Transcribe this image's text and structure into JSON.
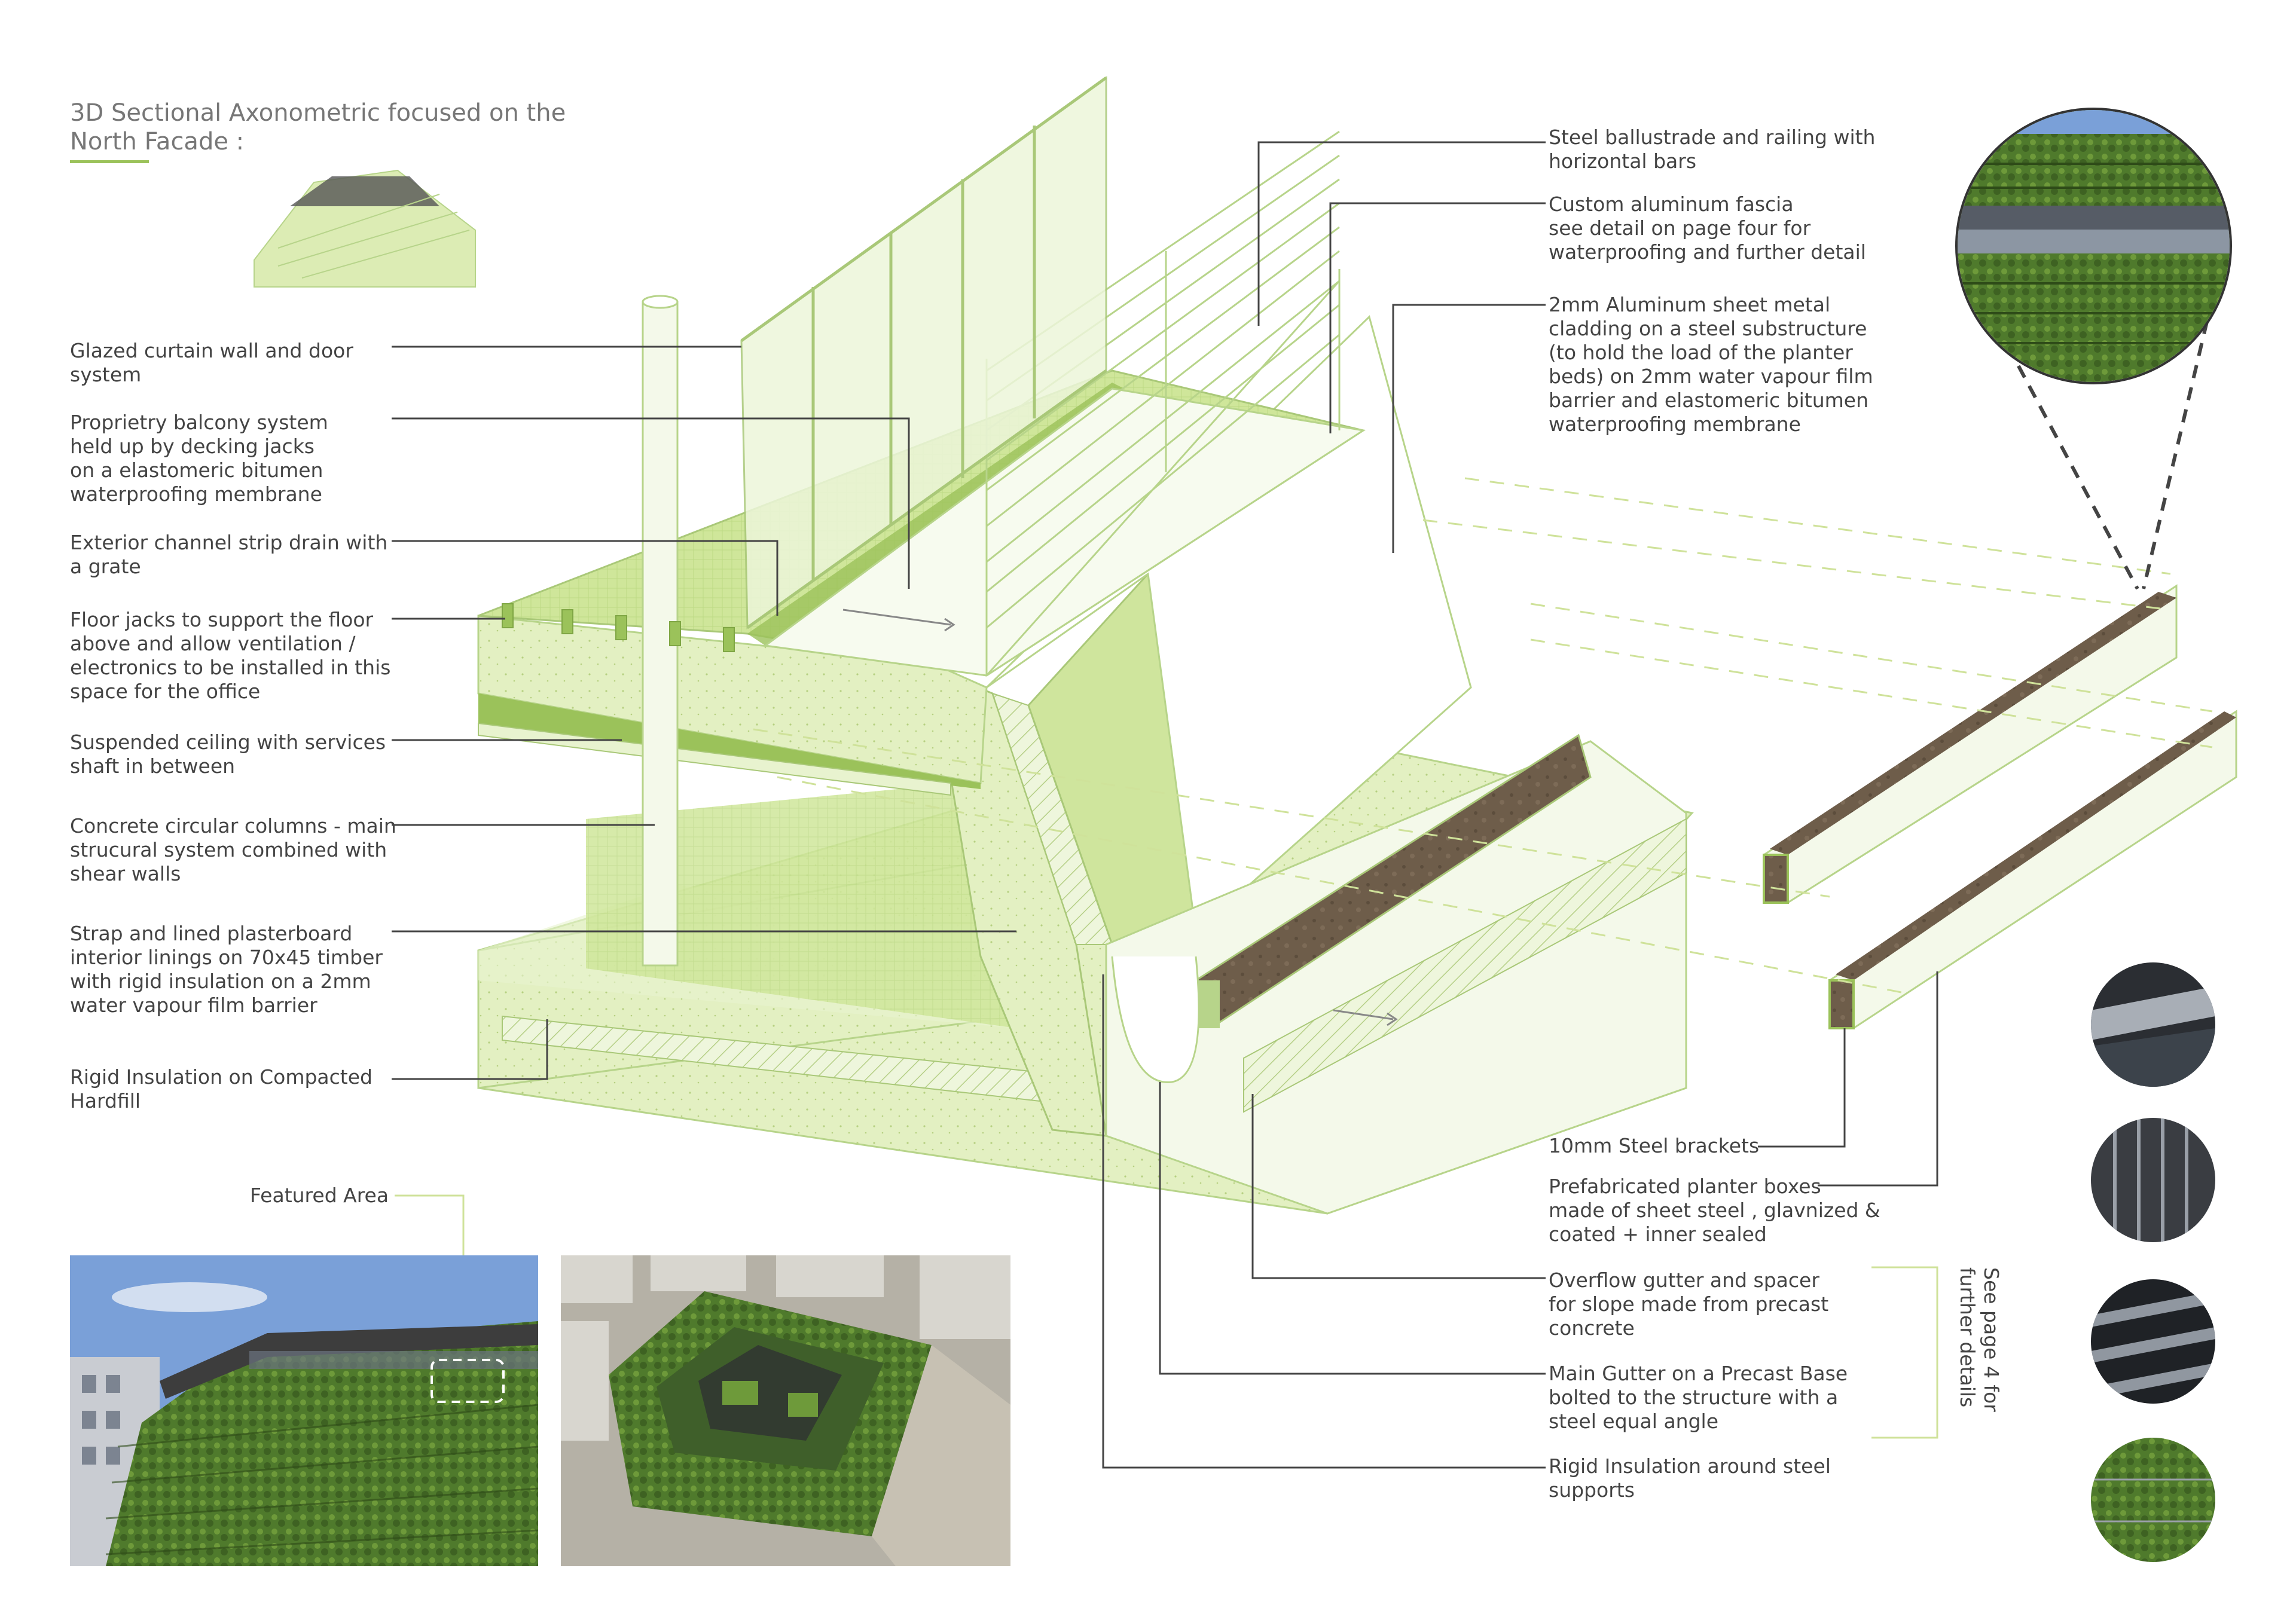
{
  "title": "3D Sectional Axonometric focused on the\nNorth Facade :",
  "labels_left": [
    {
      "id": "glazed",
      "text": "Glazed curtain wall and door\nsystem"
    },
    {
      "id": "balcony",
      "text": "Proprietry balcony system\nheld up by decking jacks\non a elastomeric bitumen\nwaterproofing membrane"
    },
    {
      "id": "drain",
      "text": "Exterior channel strip drain with\na grate"
    },
    {
      "id": "floorjacks",
      "text": "Floor jacks to support the floor\nabove and allow ventilation /\nelectronics to be installed in this\nspace for the office"
    },
    {
      "id": "ceiling",
      "text": "Suspended ceiling with services\nshaft in between"
    },
    {
      "id": "columns",
      "text": "Concrete circular columns - main\nstrucural system combined with\nshear walls"
    },
    {
      "id": "strap",
      "text": "Strap and lined plasterboard\ninterior linings on 70x45 timber\nwith rigid insulation on a 2mm\nwater vapour film barrier"
    },
    {
      "id": "rigidhard",
      "text": "Rigid Insulation on Compacted\nHardfill"
    }
  ],
  "labels_right": [
    {
      "id": "ballustrade",
      "text": "Steel ballustrade and railing with\nhorizontal bars"
    },
    {
      "id": "fascia",
      "text": "Custom aluminum fascia\nsee detail on page four for\nwaterproofing and further detail"
    },
    {
      "id": "cladding",
      "text": "2mm Aluminum sheet metal\ncladding on a steel substructure\n(to hold the load of the planter\nbeds) on 2mm water vapour film\nbarrier and elastomeric bitumen\nwaterproofing membrane"
    },
    {
      "id": "brackets",
      "text": "10mm Steel brackets"
    },
    {
      "id": "planter",
      "text": "Prefabricated planter boxes\nmade of sheet steel , glavnized &\ncoated + inner sealed"
    },
    {
      "id": "overflow",
      "text": "Overflow gutter and spacer\nfor slope made from precast\nconcrete"
    },
    {
      "id": "maingutter",
      "text": "Main Gutter on a Precast Base\nbolted to the structure with a\nsteel equal angle"
    },
    {
      "id": "rigidsteel",
      "text": "Rigid Insulation around steel\nsupports"
    }
  ],
  "featured": "Featured Area",
  "see_page": "See page 4 for\nfurther details",
  "colors": {
    "green": "#dcecb4",
    "green_dark": "#9bc25a",
    "line": "#444444",
    "soil": "#6b5a48"
  }
}
